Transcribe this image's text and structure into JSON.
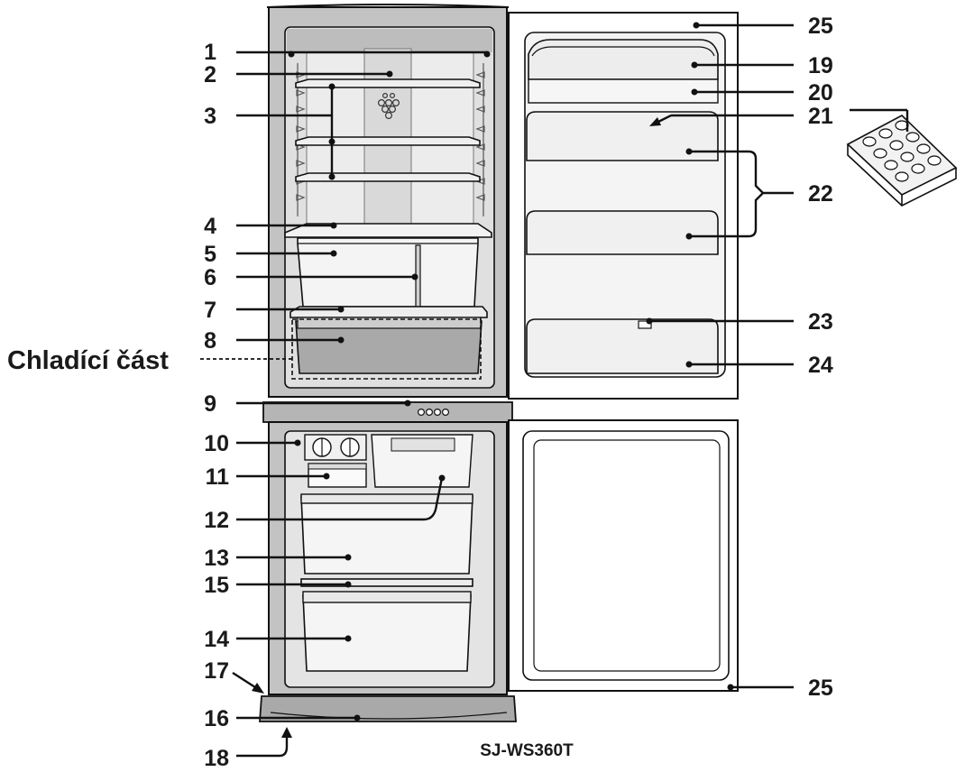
{
  "diagram": {
    "model": "SJ-WS360T",
    "chill_section_label": "Chladící část",
    "callouts": {
      "c1": "1",
      "c2": "2",
      "c3": "3",
      "c4": "4",
      "c5": "5",
      "c6": "6",
      "c7": "7",
      "c8": "8",
      "c9": "9",
      "c10": "10",
      "c11": "11",
      "c12": "12",
      "c13": "13",
      "c14": "14",
      "c15": "15",
      "c16": "16",
      "c17": "17",
      "c18": "18",
      "c19": "19",
      "c20": "20",
      "c21": "21",
      "c22": "22",
      "c23": "23",
      "c24": "24",
      "c25a": "25",
      "c25b": "25"
    }
  },
  "colors": {
    "body_gray": "#c3c3c3",
    "interior_gray": "#dcdcdc",
    "crisper_gray": "#aaaaaa",
    "outline": "#111111"
  }
}
